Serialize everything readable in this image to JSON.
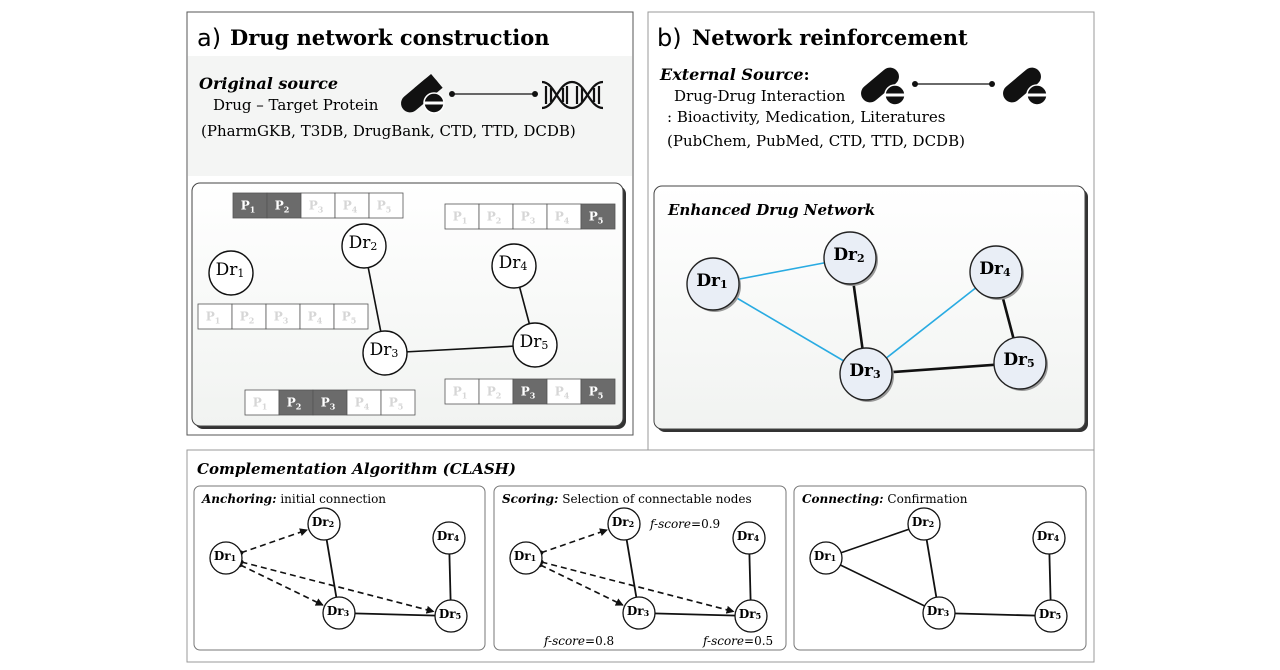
{
  "panel_a": {
    "letter": "a)",
    "title": "Drug network construction",
    "source_label": "Original source",
    "relation": "Drug – Target Protein",
    "databases": "(PharmGKB, T3DB, DrugBank, CTD, TTD, DCDB)",
    "icons": [
      "pill-icon",
      "dna-icon"
    ],
    "nodes": [
      {
        "id": "Dr1",
        "base": "Dr",
        "sub": "1"
      },
      {
        "id": "Dr2",
        "base": "Dr",
        "sub": "2"
      },
      {
        "id": "Dr3",
        "base": "Dr",
        "sub": "3"
      },
      {
        "id": "Dr4",
        "base": "Dr",
        "sub": "4"
      },
      {
        "id": "Dr5",
        "base": "Dr",
        "sub": "5"
      }
    ],
    "edges": [
      [
        "Dr2",
        "Dr3"
      ],
      [
        "Dr3",
        "Dr5"
      ],
      [
        "Dr4",
        "Dr5"
      ]
    ],
    "protein_label": "P",
    "protein_rows": [
      {
        "node": "Dr1",
        "active": [
          false,
          false,
          false,
          false,
          false
        ]
      },
      {
        "node": "Dr2",
        "active": [
          true,
          true,
          false,
          false,
          false
        ]
      },
      {
        "node": "Dr3",
        "active": [
          false,
          true,
          true,
          false,
          false
        ]
      },
      {
        "node": "Dr4",
        "active": [
          false,
          false,
          false,
          false,
          true
        ]
      },
      {
        "node": "Dr5",
        "active": [
          false,
          false,
          true,
          false,
          true
        ]
      }
    ]
  },
  "panel_b": {
    "letter": "b)",
    "title": "Network reinforcement",
    "source_label": "External Source",
    "source_colon": ":",
    "relation": "Drug-Drug Interaction",
    "evidence": ": Bioactivity, Medication, Literatures",
    "databases": "(PubChem, PubMed, CTD, TTD, DCDB)",
    "icons": [
      "pill-icon",
      "pill-icon"
    ],
    "network_title": "Enhanced Drug Network",
    "existing_edges": [
      [
        "Dr2",
        "Dr3"
      ],
      [
        "Dr3",
        "Dr5"
      ],
      [
        "Dr4",
        "Dr5"
      ]
    ],
    "added_edges": [
      [
        "Dr1",
        "Dr2"
      ],
      [
        "Dr1",
        "Dr3"
      ],
      [
        "Dr3",
        "Dr4"
      ]
    ],
    "colors": {
      "added_edge": "#29abe2",
      "node_fill": "#e9eef6"
    }
  },
  "panel_c": {
    "title": "Complementation Algorithm (CLASH)",
    "steps": [
      {
        "name": "Anchoring:",
        "desc": " initial connection"
      },
      {
        "name": "Scoring:",
        "desc": " Selection of connectable nodes"
      },
      {
        "name": "Connecting:",
        "desc": " Confirmation"
      }
    ],
    "fscore_label": "f-score",
    "fscores": [
      {
        "target": "Dr2",
        "value": "=0.9"
      },
      {
        "target": "Dr3",
        "value": "=0.8"
      },
      {
        "target": "Dr5",
        "value": "=0.5"
      }
    ]
  }
}
